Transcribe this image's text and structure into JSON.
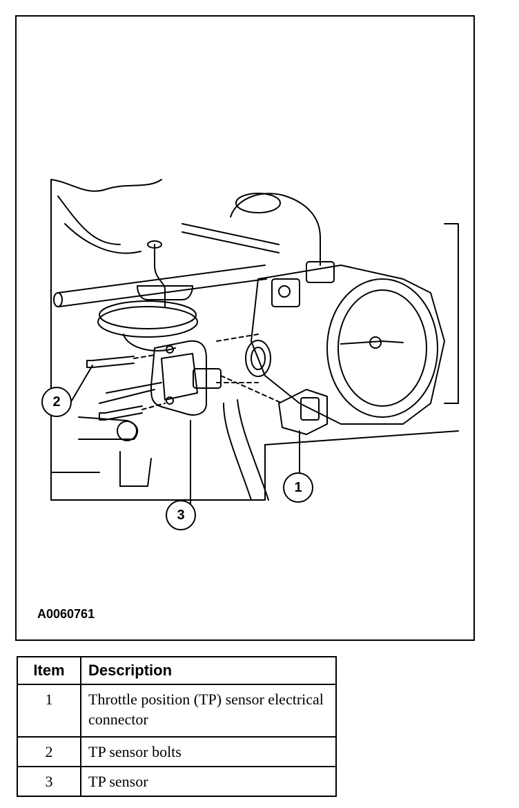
{
  "figure": {
    "id": "A0060761",
    "callouts": [
      "1",
      "2",
      "3"
    ]
  },
  "legend": {
    "headers": {
      "item": "Item",
      "description": "Description"
    },
    "rows": [
      {
        "item": "1",
        "description": "Throttle position (TP) sensor electrical connector"
      },
      {
        "item": "2",
        "description": "TP sensor bolts"
      },
      {
        "item": "3",
        "description": "TP sensor"
      }
    ]
  }
}
